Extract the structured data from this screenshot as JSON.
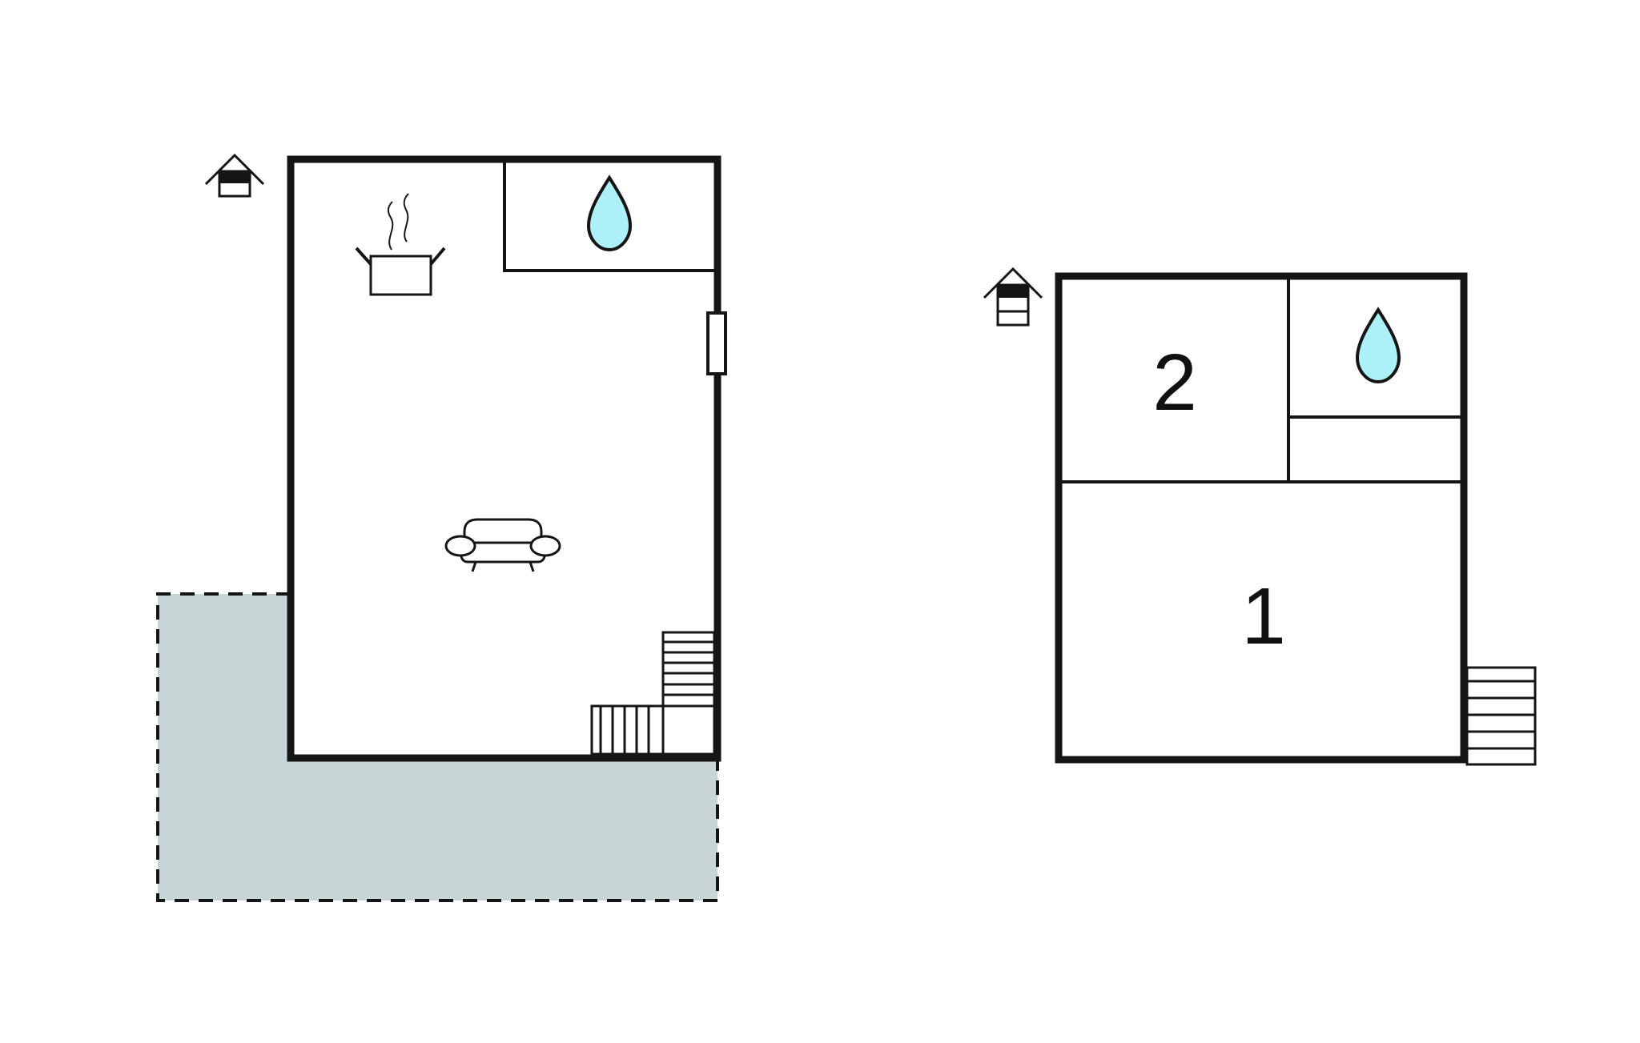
{
  "floor_plan": {
    "ground_floor": {
      "level_icon": "floor-level-ground-icon",
      "rooms": [
        {
          "type": "kitchen",
          "icon": "cooking-pot-icon"
        },
        {
          "type": "bathroom",
          "icon": "water-drop-icon"
        },
        {
          "type": "living-room",
          "icon": "sofa-icon"
        }
      ],
      "terrace": {
        "style": "dashed",
        "fill": "#c8d5d7"
      }
    },
    "upper_floor": {
      "level_icon": "floor-level-upper-icon",
      "rooms": [
        {
          "type": "bedroom",
          "number": "2"
        },
        {
          "type": "bathroom",
          "icon": "water-drop-icon"
        },
        {
          "type": "bedroom",
          "number": "1"
        }
      ]
    },
    "colors": {
      "wall": "#151515",
      "water": "#aef0f8",
      "terrace": "#c8d5d7"
    }
  }
}
